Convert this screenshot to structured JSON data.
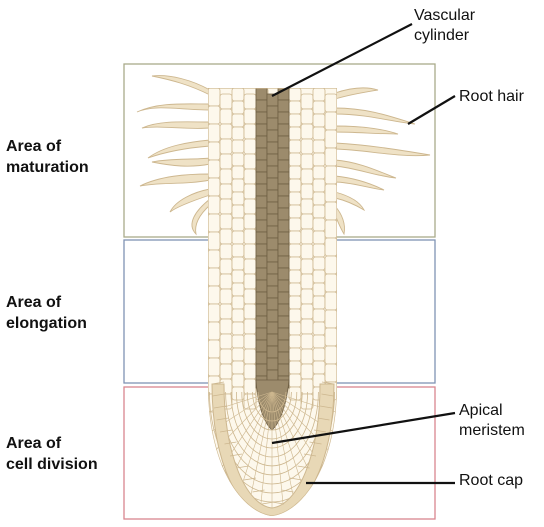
{
  "zones": [
    {
      "id": "maturation",
      "label": "Area of\nmaturation",
      "color": "#a9ab8a"
    },
    {
      "id": "elongation",
      "label": "Area of\nelongation",
      "color": "#7f93b4"
    },
    {
      "id": "division",
      "label": "Area of\ncell division",
      "color": "#d9868f"
    }
  ],
  "callouts": {
    "vascular": "Vascular\ncylinder",
    "root_hair": "Root hair",
    "apical": "Apical\nmeristem",
    "root_cap": "Root cap"
  },
  "colors": {
    "cell_fill": "#fdf8ec",
    "cell_stroke": "#cdb78f",
    "vascular_fill": "#9c8b6c",
    "vascular_stroke": "#6f5f44",
    "cap_fill": "#e8d8b6",
    "hair_fill": "#efe2c6",
    "leader": "#111111"
  }
}
